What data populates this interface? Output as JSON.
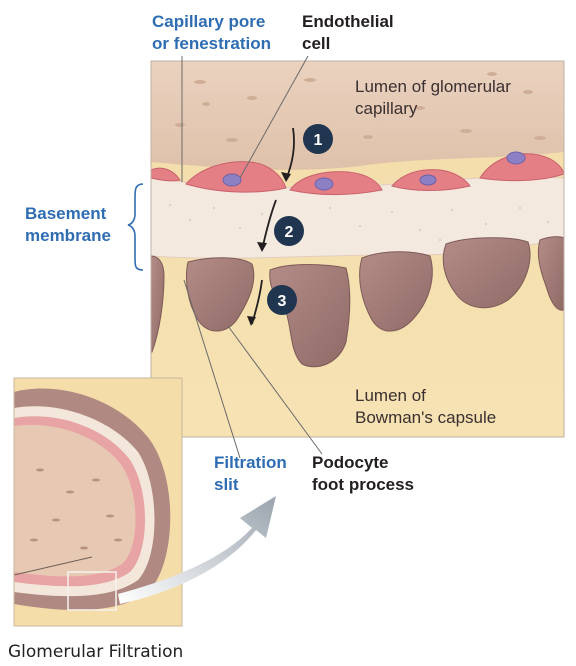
{
  "labels": {
    "capillary_pore_line1": "Capillary pore",
    "capillary_pore_line2": "or fenestration",
    "endothelial_line1": "Endothelial",
    "endothelial_line2": "cell",
    "basement_line1": "Basement",
    "basement_line2": "membrane",
    "lumen_glom_line1": "Lumen of glomerular",
    "lumen_glom_line2": "capillary",
    "lumen_bowman_line1": "Lumen of",
    "lumen_bowman_line2": "Bowman's capsule",
    "filtration_line1": "Filtration",
    "filtration_line2": "slit",
    "podocyte_line1": "Podocyte",
    "podocyte_line2": "foot process"
  },
  "steps": [
    "1",
    "2",
    "3"
  ],
  "caption": "Glomerular Filtration",
  "colors": {
    "label_blue": "#2f6db3",
    "step_badge": "#1f3550",
    "endothelial": "#e47f86",
    "nucleus": "#8d7fc4",
    "basement": "#f3e8de",
    "podocyte": "#a47c78",
    "bowman_lumen": "#f1d79b"
  }
}
